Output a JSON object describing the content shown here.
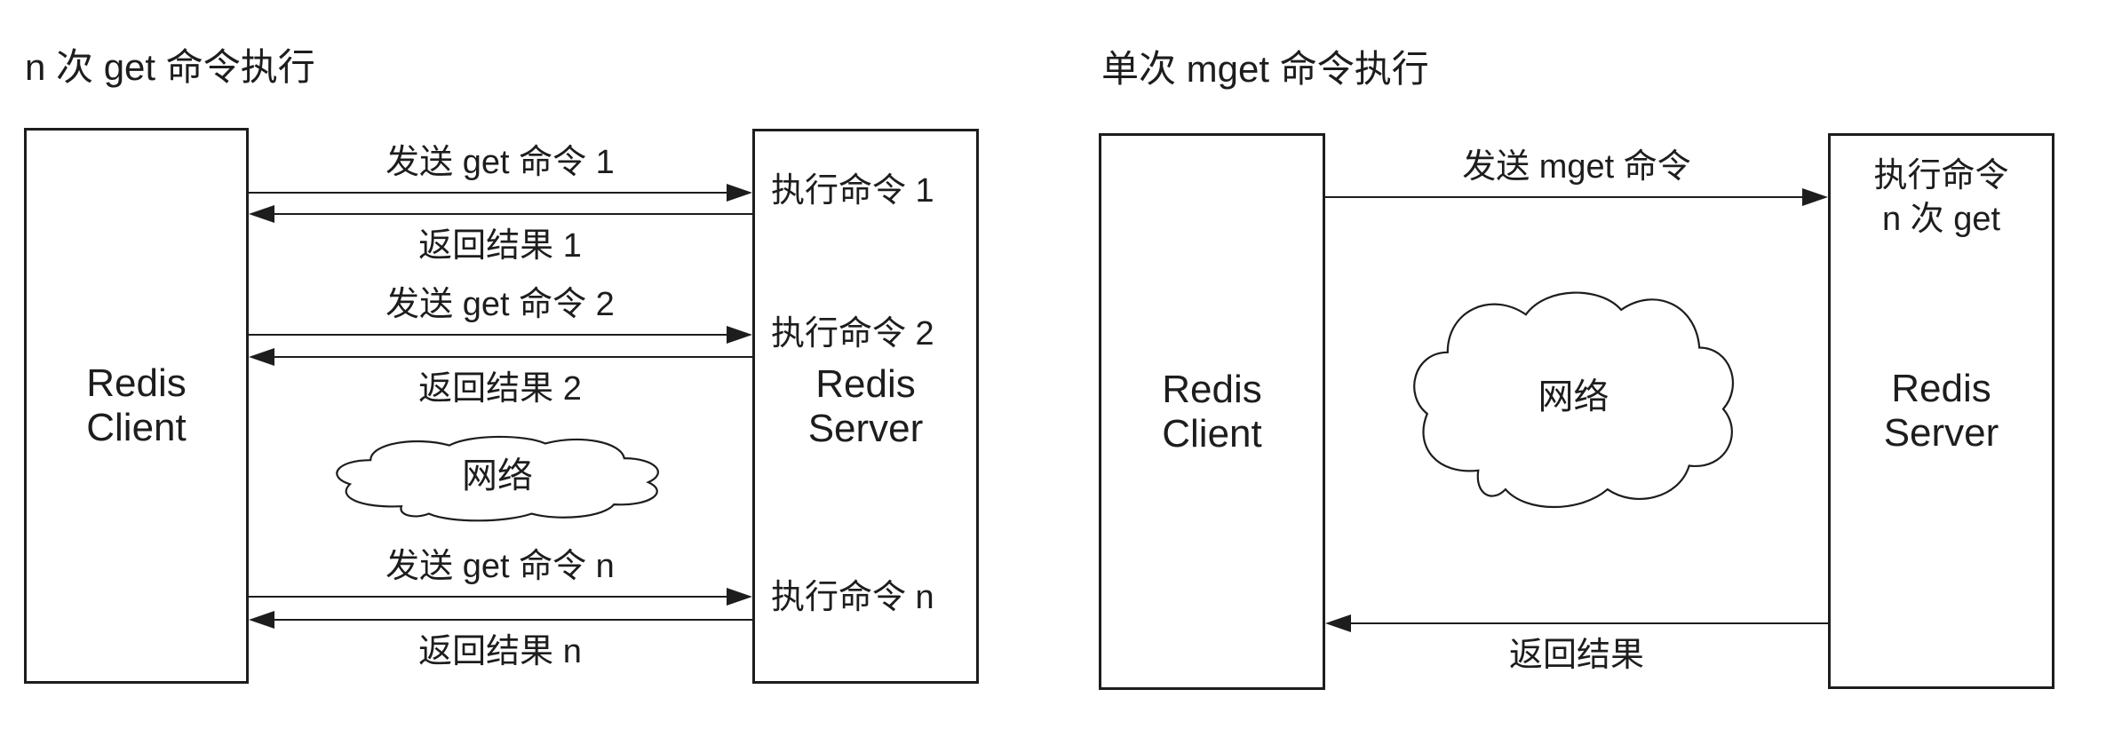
{
  "colors": {
    "ink": "#1d1d1d",
    "background": "#ffffff"
  },
  "left": {
    "title": "n 次 get 命令执行",
    "client": {
      "line1": "Redis",
      "line2": "Client"
    },
    "server": {
      "line1": "Redis",
      "line2": "Server"
    },
    "cloud_label": "网络",
    "exchanges": [
      {
        "send": "发送 get 命令 1",
        "exec": "执行命令 1",
        "ret": "返回结果 1"
      },
      {
        "send": "发送 get 命令 2",
        "exec": "执行命令 2",
        "ret": "返回结果 2"
      },
      {
        "send": "发送 get 命令 n",
        "exec": "执行命令 n",
        "ret": "返回结果 n"
      }
    ]
  },
  "right": {
    "title": "单次 mget 命令执行",
    "client": {
      "line1": "Redis",
      "line2": "Client"
    },
    "server": {
      "line1": "Redis",
      "line2": "Server"
    },
    "server_exec": {
      "line1": "执行命令",
      "line2": "n 次 get"
    },
    "cloud_label": "网络",
    "send_label": "发送 mget 命令",
    "return_label": "返回结果"
  }
}
